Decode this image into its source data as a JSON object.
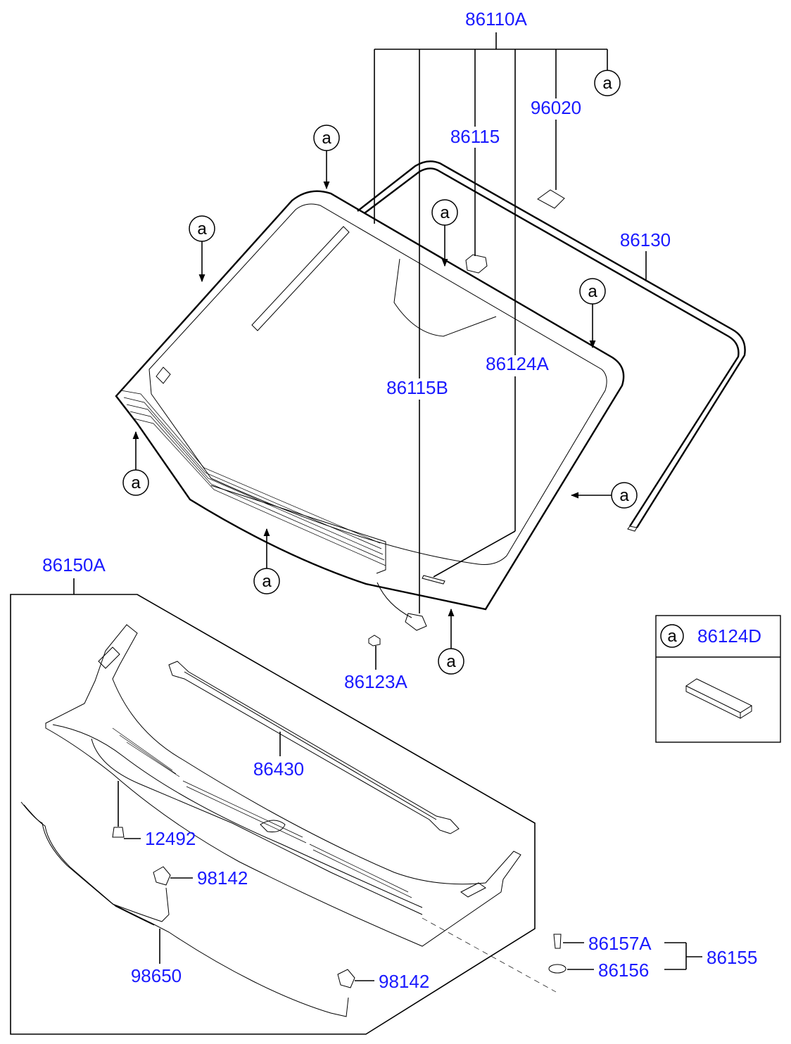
{
  "callout_letter": "a",
  "labels": {
    "p86110A": "86110A",
    "p96020": "96020",
    "p86115": "86115",
    "p86130": "86130",
    "p86124A": "86124A",
    "p86115B": "86115B",
    "p86123A": "86123A",
    "p86150A": "86150A",
    "p86430": "86430",
    "p12492": "12492",
    "p98142a": "98142",
    "p98650": "98650",
    "p98142b": "98142",
    "p86157A": "86157A",
    "p86156": "86156",
    "p86155": "86155"
  },
  "legend": {
    "letter": "a",
    "part": "86124D"
  }
}
